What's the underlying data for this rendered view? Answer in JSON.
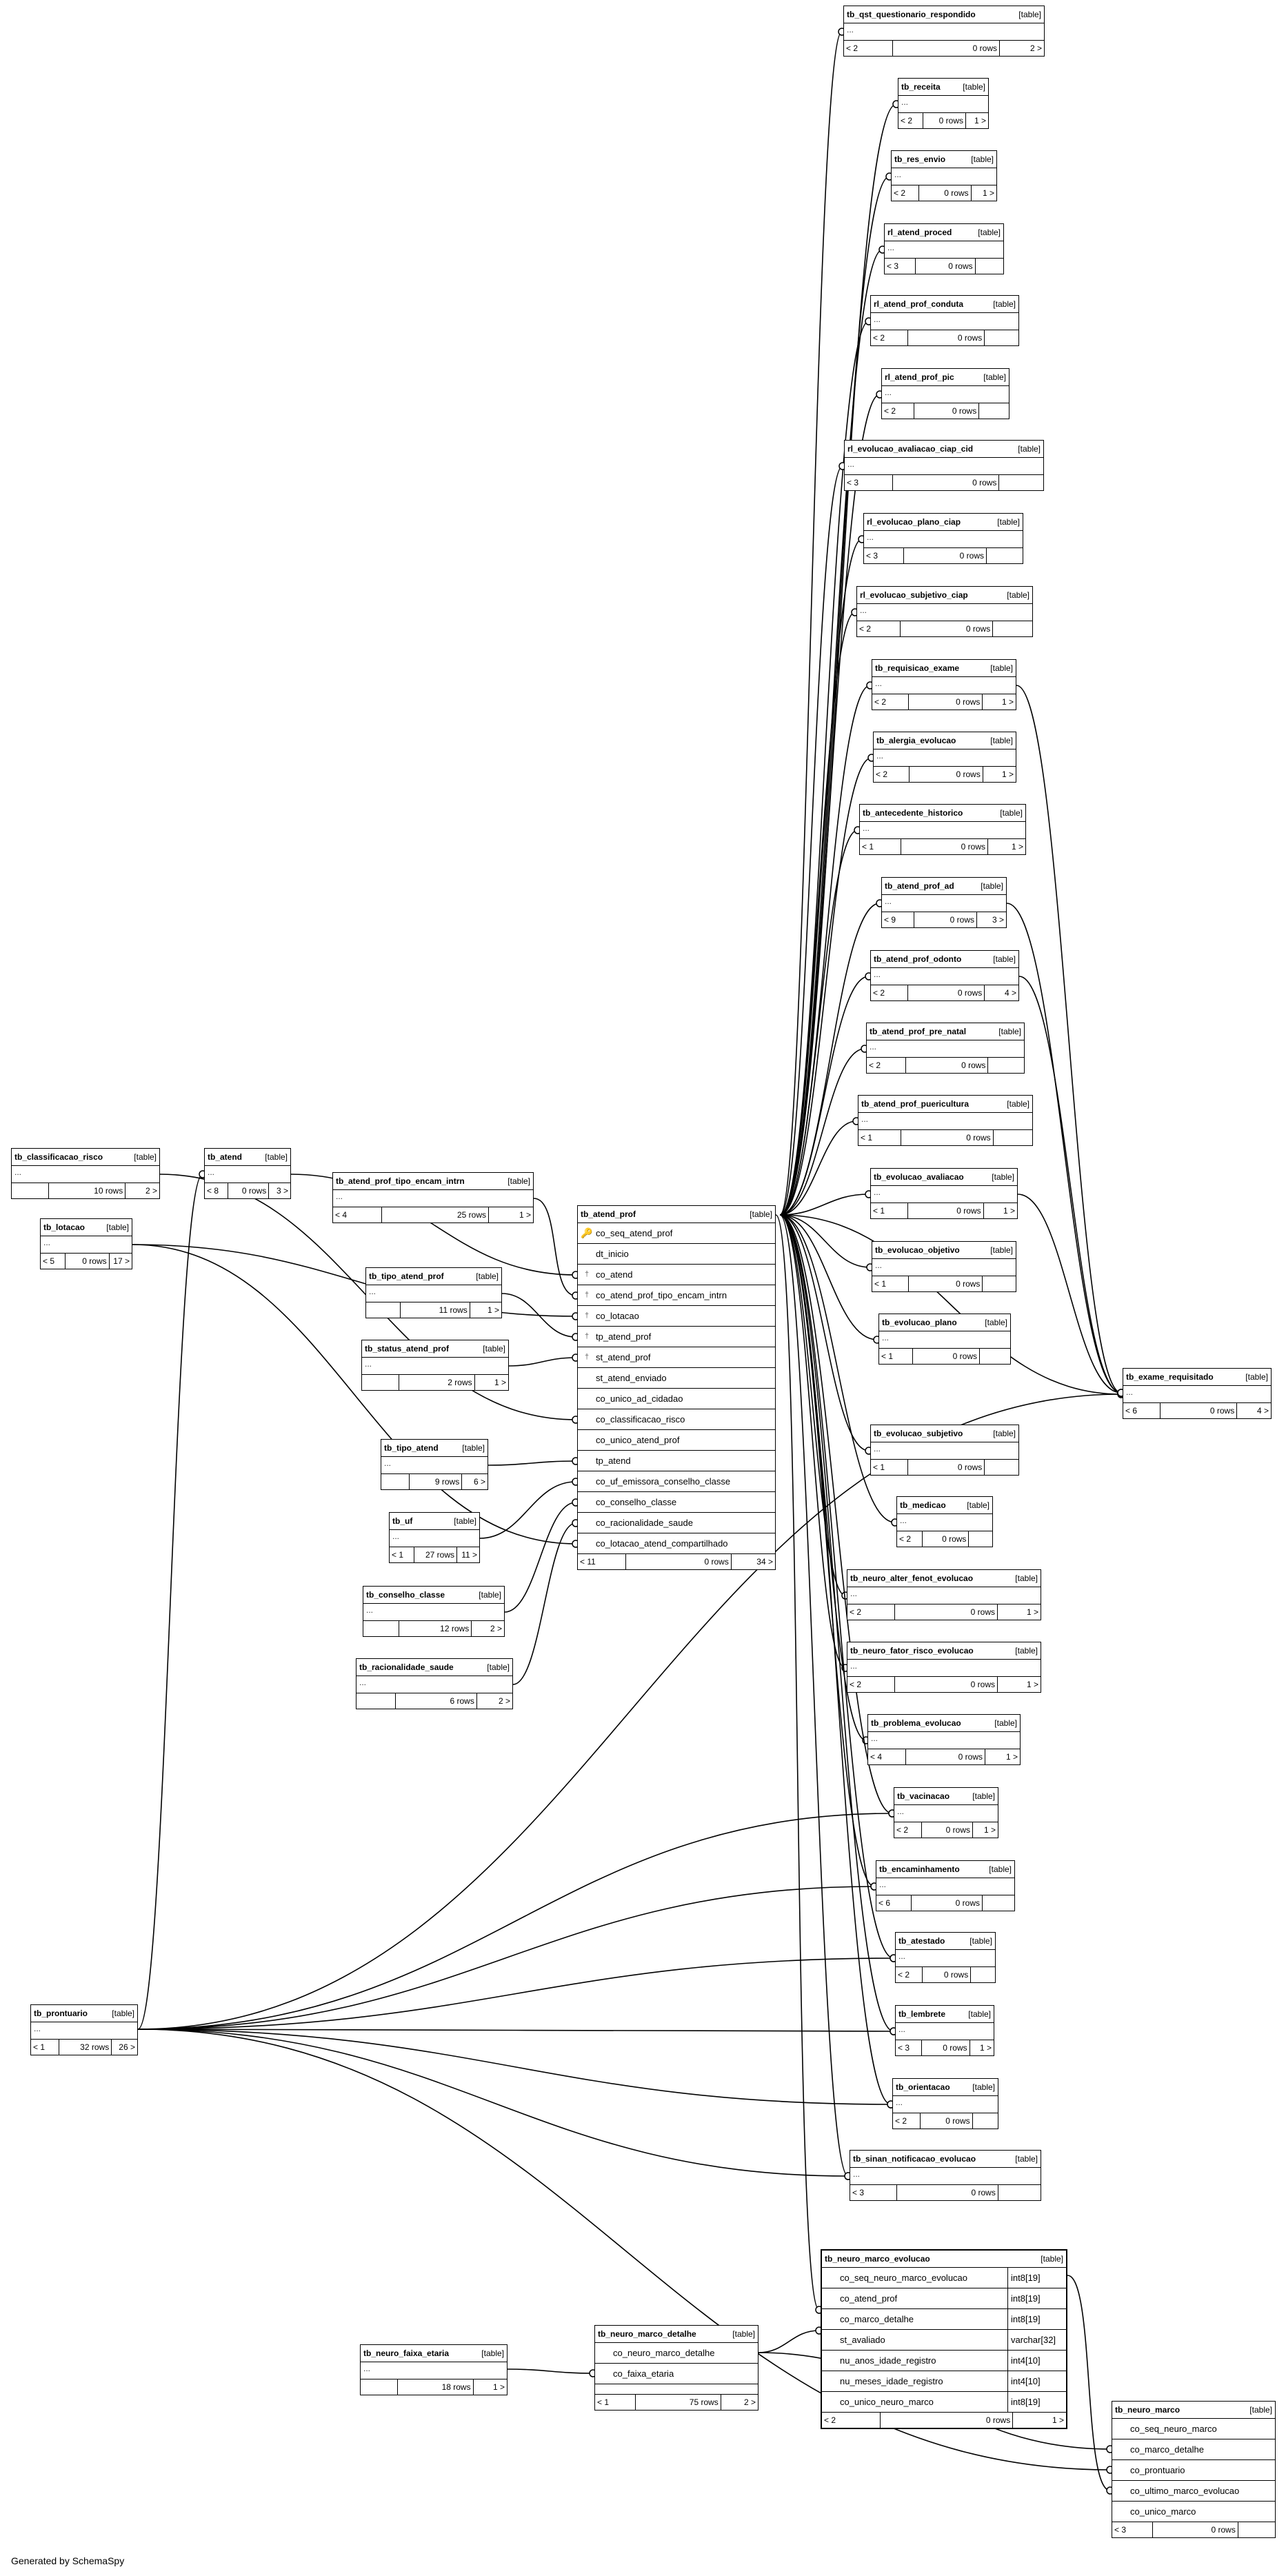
{
  "footer": "Generated by SchemaSpy",
  "focus": {
    "name": "tb_atend_prof",
    "kind": "[table]",
    "columns": [
      {
        "name": "co_seq_atend_prof",
        "key": "pk"
      },
      {
        "name": "dt_inicio",
        "key": ""
      },
      {
        "name": "co_atend",
        "key": "fk"
      },
      {
        "name": "co_atend_prof_tipo_encam_intrn",
        "key": "fk"
      },
      {
        "name": "co_lotacao",
        "key": "fk"
      },
      {
        "name": "tp_atend_prof",
        "key": "fk"
      },
      {
        "name": "st_atend_prof",
        "key": "fk"
      },
      {
        "name": "st_atend_enviado",
        "key": ""
      },
      {
        "name": "co_unico_ad_cidadao",
        "key": ""
      },
      {
        "name": "co_classificacao_risco",
        "key": ""
      },
      {
        "name": "co_unico_atend_prof",
        "key": ""
      },
      {
        "name": "tp_atend",
        "key": ""
      },
      {
        "name": "co_uf_emissora_conselho_classe",
        "key": ""
      },
      {
        "name": "co_conselho_classe",
        "key": ""
      },
      {
        "name": "co_racionalidade_saude",
        "key": ""
      },
      {
        "name": "co_lotacao_atend_compartilhado",
        "key": ""
      }
    ],
    "footer": {
      "parents": "< 11",
      "rows": "0 rows",
      "children": "34 >"
    }
  },
  "tables": [
    {
      "id": "t0",
      "name": "tb_qst_questionario_respondido",
      "kind": "[table]",
      "body": "...",
      "footer": [
        "< 2",
        "0 rows",
        "2 >"
      ]
    },
    {
      "id": "t1",
      "name": "tb_receita",
      "kind": "[table]",
      "body": "...",
      "footer": [
        "< 2",
        "0 rows",
        "1 >"
      ]
    },
    {
      "id": "t2",
      "name": "tb_res_envio",
      "kind": "[table]",
      "body": "...",
      "footer": [
        "< 2",
        "0 rows",
        "1 >"
      ]
    },
    {
      "id": "t3",
      "name": "rl_atend_proced",
      "kind": "[table]",
      "body": "...",
      "footer": [
        "< 3",
        "0 rows",
        ""
      ]
    },
    {
      "id": "t4",
      "name": "rl_atend_prof_conduta",
      "kind": "[table]",
      "body": "...",
      "footer": [
        "< 2",
        "0 rows",
        ""
      ]
    },
    {
      "id": "t5",
      "name": "rl_atend_prof_pic",
      "kind": "[table]",
      "body": "...",
      "footer": [
        "< 2",
        "0 rows",
        ""
      ]
    },
    {
      "id": "t6",
      "name": "rl_evolucao_avaliacao_ciap_cid",
      "kind": "[table]",
      "body": "...",
      "footer": [
        "< 3",
        "0 rows",
        ""
      ]
    },
    {
      "id": "t7",
      "name": "rl_evolucao_plano_ciap",
      "kind": "[table]",
      "body": "...",
      "footer": [
        "< 3",
        "0 rows",
        ""
      ]
    },
    {
      "id": "t8",
      "name": "rl_evolucao_subjetivo_ciap",
      "kind": "[table]",
      "body": "...",
      "footer": [
        "< 2",
        "0 rows",
        ""
      ]
    },
    {
      "id": "t9",
      "name": "tb_requisicao_exame",
      "kind": "[table]",
      "body": "...",
      "footer": [
        "< 2",
        "0 rows",
        "1 >"
      ]
    },
    {
      "id": "t10",
      "name": "tb_alergia_evolucao",
      "kind": "[table]",
      "body": "...",
      "footer": [
        "< 2",
        "0 rows",
        "1 >"
      ]
    },
    {
      "id": "t11",
      "name": "tb_antecedente_historico",
      "kind": "[table]",
      "body": "...",
      "footer": [
        "< 1",
        "0 rows",
        "1 >"
      ]
    },
    {
      "id": "t12",
      "name": "tb_atend_prof_ad",
      "kind": "[table]",
      "body": "...",
      "footer": [
        "< 9",
        "0 rows",
        "3 >"
      ]
    },
    {
      "id": "t13",
      "name": "tb_atend_prof_odonto",
      "kind": "[table]",
      "body": "...",
      "footer": [
        "< 2",
        "0 rows",
        "4 >"
      ]
    },
    {
      "id": "t14",
      "name": "tb_atend_prof_pre_natal",
      "kind": "[table]",
      "body": "...",
      "footer": [
        "< 2",
        "0 rows",
        ""
      ]
    },
    {
      "id": "t15",
      "name": "tb_atend_prof_puericultura",
      "kind": "[table]",
      "body": "...",
      "footer": [
        "< 1",
        "0 rows",
        ""
      ]
    },
    {
      "id": "t16",
      "name": "tb_evolucao_avaliacao",
      "kind": "[table]",
      "body": "...",
      "footer": [
        "< 1",
        "0 rows",
        "1 >"
      ]
    },
    {
      "id": "t17",
      "name": "tb_evolucao_objetivo",
      "kind": "[table]",
      "body": "...",
      "footer": [
        "< 1",
        "0 rows",
        ""
      ]
    },
    {
      "id": "t18",
      "name": "tb_evolucao_plano",
      "kind": "[table]",
      "body": "...",
      "footer": [
        "< 1",
        "0 rows",
        ""
      ]
    },
    {
      "id": "t19",
      "name": "tb_evolucao_subjetivo",
      "kind": "[table]",
      "body": "...",
      "footer": [
        "< 1",
        "0 rows",
        ""
      ]
    },
    {
      "id": "t20",
      "name": "tb_medicao",
      "kind": "[table]",
      "body": "...",
      "footer": [
        "< 2",
        "0 rows",
        ""
      ]
    },
    {
      "id": "t21",
      "name": "tb_neuro_alter_fenot_evolucao",
      "kind": "[table]",
      "body": "...",
      "footer": [
        "< 2",
        "0 rows",
        "1 >"
      ]
    },
    {
      "id": "t22",
      "name": "tb_neuro_fator_risco_evolucao",
      "kind": "[table]",
      "body": "...",
      "footer": [
        "< 2",
        "0 rows",
        "1 >"
      ]
    },
    {
      "id": "t23",
      "name": "tb_problema_evolucao",
      "kind": "[table]",
      "body": "...",
      "footer": [
        "< 4",
        "0 rows",
        "1 >"
      ]
    },
    {
      "id": "t24",
      "name": "tb_vacinacao",
      "kind": "[table]",
      "body": "...",
      "footer": [
        "< 2",
        "0 rows",
        "1 >"
      ]
    },
    {
      "id": "t25",
      "name": "tb_encaminhamento",
      "kind": "[table]",
      "body": "...",
      "footer": [
        "< 6",
        "0 rows",
        ""
      ]
    },
    {
      "id": "t26",
      "name": "tb_atestado",
      "kind": "[table]",
      "body": "...",
      "footer": [
        "< 2",
        "0 rows",
        ""
      ]
    },
    {
      "id": "t27",
      "name": "tb_lembrete",
      "kind": "[table]",
      "body": "...",
      "footer": [
        "< 3",
        "0 rows",
        "1 >"
      ]
    },
    {
      "id": "t28",
      "name": "tb_orientacao",
      "kind": "[table]",
      "body": "...",
      "footer": [
        "< 2",
        "0 rows",
        ""
      ]
    },
    {
      "id": "t29",
      "name": "tb_sinan_notificacao_evolucao",
      "kind": "[table]",
      "body": "...",
      "footer": [
        "< 3",
        "0 rows",
        ""
      ]
    },
    {
      "id": "t30",
      "name": "tb_exame_requisitado",
      "kind": "[table]",
      "body": "...",
      "footer": [
        "< 6",
        "0 rows",
        "4 >"
      ]
    },
    {
      "id": "t31",
      "name": "tb_classificacao_risco",
      "kind": "[table]",
      "body": "...",
      "footer": [
        "",
        "10 rows",
        "2 >"
      ]
    },
    {
      "id": "t32",
      "name": "tb_atend",
      "kind": "[table]",
      "body": "...",
      "footer": [
        "< 8",
        "0 rows",
        "3 >"
      ]
    },
    {
      "id": "t33",
      "name": "tb_atend_prof_tipo_encam_intrn",
      "kind": "[table]",
      "body": "...",
      "footer": [
        "< 4",
        "25 rows",
        "1 >"
      ]
    },
    {
      "id": "t34",
      "name": "tb_lotacao",
      "kind": "[table]",
      "body": "...",
      "footer": [
        "< 5",
        "0 rows",
        "17 >"
      ]
    },
    {
      "id": "t35",
      "name": "tb_tipo_atend_prof",
      "kind": "[table]",
      "body": "...",
      "footer": [
        "",
        "11 rows",
        "1 >"
      ]
    },
    {
      "id": "t36",
      "name": "tb_status_atend_prof",
      "kind": "[table]",
      "body": "...",
      "footer": [
        "",
        "2 rows",
        "1 >"
      ]
    },
    {
      "id": "t37",
      "name": "tb_tipo_atend",
      "kind": "[table]",
      "body": "...",
      "footer": [
        "",
        "9 rows",
        "6 >"
      ]
    },
    {
      "id": "t38",
      "name": "tb_uf",
      "kind": "[table]",
      "body": "...",
      "footer": [
        "< 1",
        "27 rows",
        "11 >"
      ]
    },
    {
      "id": "t39",
      "name": "tb_conselho_classe",
      "kind": "[table]",
      "body": "...",
      "footer": [
        "",
        "12 rows",
        "2 >"
      ]
    },
    {
      "id": "t40",
      "name": "tb_racionalidade_saude",
      "kind": "[table]",
      "body": "...",
      "footer": [
        "",
        "6 rows",
        "2 >"
      ]
    },
    {
      "id": "t41",
      "name": "tb_prontuario",
      "kind": "[table]",
      "body": "...",
      "footer": [
        "< 1",
        "32 rows",
        "26 >"
      ]
    },
    {
      "id": "t42",
      "name": "tb_neuro_faixa_etaria",
      "kind": "[table]",
      "body": "...",
      "footer": [
        "",
        "18 rows",
        "1 >"
      ]
    }
  ],
  "detail": {
    "name": "tb_neuro_marco_detalhe",
    "kind": "[table]",
    "columns": [
      "co_neuro_marco_detalhe",
      "co_faixa_etaria"
    ],
    "footer": [
      "< 1",
      "75 rows",
      "2 >"
    ]
  },
  "evolucao": {
    "name": "tb_neuro_marco_evolucao",
    "kind": "[table]",
    "columns": [
      {
        "name": "co_seq_neuro_marco_evolucao",
        "type": "int8[19]"
      },
      {
        "name": "co_atend_prof",
        "type": "int8[19]"
      },
      {
        "name": "co_marco_detalhe",
        "type": "int8[19]"
      },
      {
        "name": "st_avaliado",
        "type": "varchar[32]"
      },
      {
        "name": "nu_anos_idade_registro",
        "type": "int4[10]"
      },
      {
        "name": "nu_meses_idade_registro",
        "type": "int4[10]"
      },
      {
        "name": "co_unico_neuro_marco",
        "type": "int8[19]"
      }
    ],
    "footer": [
      "< 2",
      "0 rows",
      "1 >"
    ]
  },
  "marco": {
    "name": "tb_neuro_marco",
    "kind": "[table]",
    "columns": [
      "co_seq_neuro_marco",
      "co_marco_detalhe",
      "co_prontuario",
      "co_ultimo_marco_evolucao",
      "co_unico_marco"
    ],
    "footer": [
      "< 3",
      "0 rows",
      ""
    ]
  }
}
